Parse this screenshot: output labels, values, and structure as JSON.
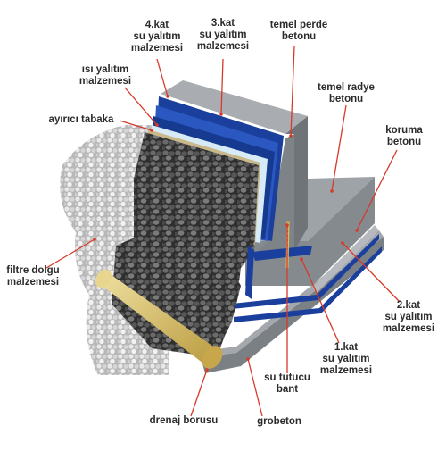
{
  "labels": {
    "kat4": [
      "4.kat",
      "su yalıtım",
      "malzemesi"
    ],
    "kat3": [
      "3.kat",
      "su yalıtım",
      "malzemesi"
    ],
    "temel_perde": [
      "temel perde",
      "betonu"
    ],
    "isi_yalitim": [
      "ısı yalıtım",
      "malzemesi"
    ],
    "temel_radye": [
      "temel radye",
      "betonu"
    ],
    "ayirici": [
      "ayırıcı tabaka"
    ],
    "koruma": [
      "koruma",
      "betonu"
    ],
    "filtre": [
      "filtre dolgu",
      "malzemesi"
    ],
    "kat2": [
      "2.kat",
      "su yalıtım",
      "malzemesi"
    ],
    "kat1": [
      "1.kat",
      "su yalıtım",
      "malzemesi"
    ],
    "su_tutucu": [
      "su tutucu",
      "bant"
    ],
    "drenaj": [
      "drenaj borusu"
    ],
    "grobeton": [
      "grobeton"
    ]
  },
  "colors": {
    "concrete": "#8d9196",
    "insulation_blue": "#1a3f9c",
    "leader": "#d63a2a",
    "pipe": "#d9bf6a",
    "text": "#2b2b2b"
  }
}
